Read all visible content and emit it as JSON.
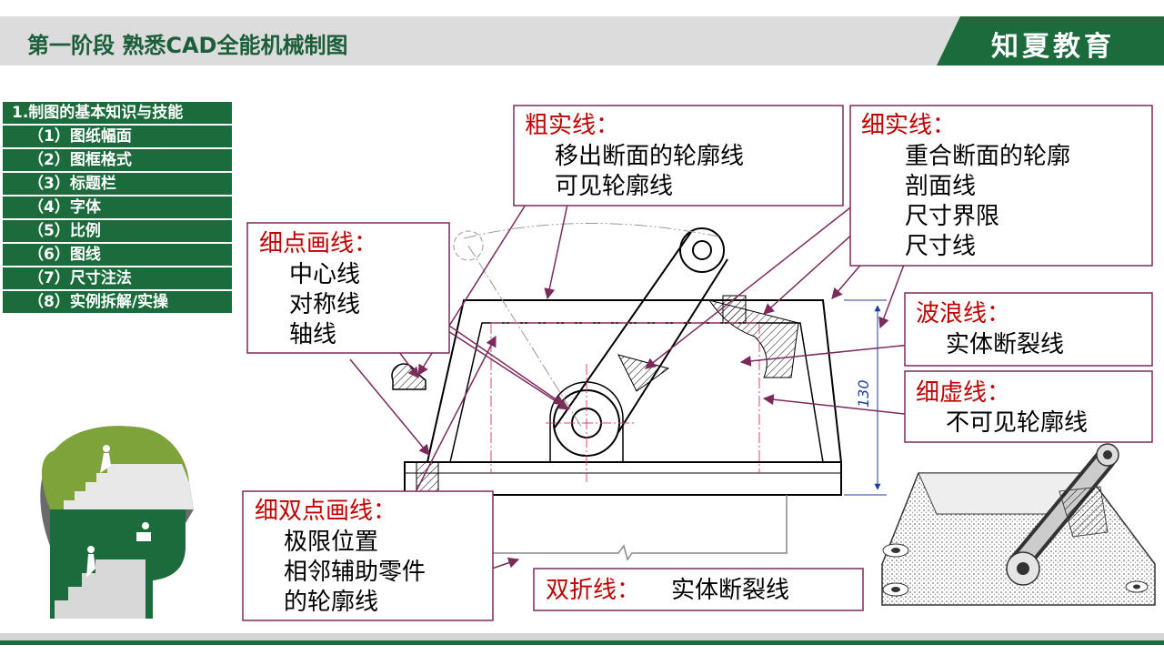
{
  "header": {
    "title": "第一阶段 熟悉CAD全能机械制图",
    "brand": "知夏教育"
  },
  "outline": {
    "heading": "1.制图的基本知识与技能",
    "items": [
      "（1）图纸幅面",
      "（2）图框格式",
      "（3）标题栏",
      "（4）字体",
      "（5）比例",
      "（6）图线",
      "（7）尺寸注法",
      "（8）实例拆解/实操"
    ]
  },
  "labels": {
    "thick": {
      "title": "粗实线：",
      "lines": [
        "移出断面的轮廓线",
        "可见轮廓线"
      ]
    },
    "thin": {
      "title": "细实线：",
      "lines": [
        "重合断面的轮廓",
        "剖面线",
        "尺寸界限",
        "尺寸线"
      ]
    },
    "dot_dash": {
      "title": "细点画线：",
      "lines": [
        "中心线",
        "对称线",
        "轴线"
      ]
    },
    "wave": {
      "title": "波浪线：",
      "lines": [
        "实体断裂线"
      ]
    },
    "dashed": {
      "title": "细虚线：",
      "lines": [
        "不可见轮廓线"
      ]
    },
    "double_dot": {
      "title": "细双点画线：",
      "lines": [
        "极限位置",
        "相邻辅助零件",
        "的轮廓线"
      ]
    },
    "zigzag": {
      "title": "双折线：",
      "text": "实体断裂线"
    }
  },
  "dimension": "130",
  "colors": {
    "accent": "#1b6b3c",
    "label_title": "#c00000",
    "box_border": "#7b2a5a",
    "drawing": "#000000"
  }
}
